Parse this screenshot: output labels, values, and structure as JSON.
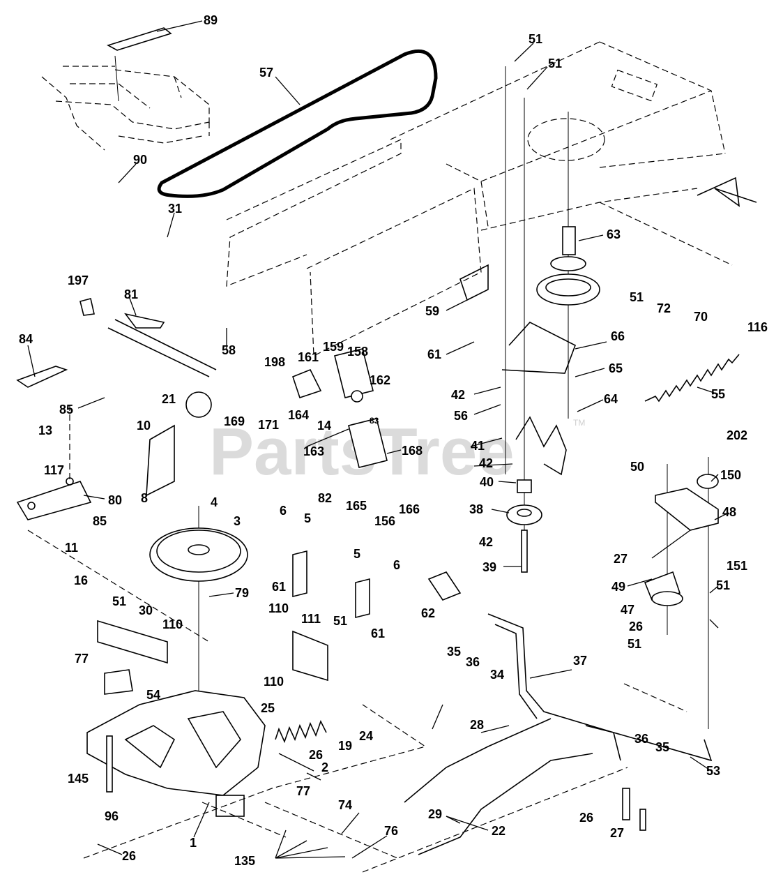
{
  "watermark": {
    "text": "PartsTree",
    "trademark": "TM"
  },
  "callouts": [
    {
      "id": "c89",
      "label": "89"
    },
    {
      "id": "c57",
      "label": "57"
    },
    {
      "id": "c90",
      "label": "90"
    },
    {
      "id": "c31",
      "label": "31"
    },
    {
      "id": "c51a",
      "label": "51"
    },
    {
      "id": "c51b",
      "label": "51"
    },
    {
      "id": "c63",
      "label": "63"
    },
    {
      "id": "c51c",
      "label": "51"
    },
    {
      "id": "c72",
      "label": "72"
    },
    {
      "id": "c70",
      "label": "70"
    },
    {
      "id": "c116",
      "label": "116"
    },
    {
      "id": "c197",
      "label": "197"
    },
    {
      "id": "c81",
      "label": "81"
    },
    {
      "id": "c58",
      "label": "58"
    },
    {
      "id": "c59",
      "label": "59"
    },
    {
      "id": "c61a",
      "label": "61"
    },
    {
      "id": "c66",
      "label": "66"
    },
    {
      "id": "c65",
      "label": "65"
    },
    {
      "id": "c84",
      "label": "84"
    },
    {
      "id": "c85a",
      "label": "85"
    },
    {
      "id": "c198",
      "label": "198"
    },
    {
      "id": "c161",
      "label": "161"
    },
    {
      "id": "c159",
      "label": "159"
    },
    {
      "id": "c158",
      "label": "158"
    },
    {
      "id": "c162",
      "label": "162"
    },
    {
      "id": "c42a",
      "label": "42"
    },
    {
      "id": "c56",
      "label": "56"
    },
    {
      "id": "c64",
      "label": "64"
    },
    {
      "id": "c55",
      "label": "55"
    },
    {
      "id": "c21",
      "label": "21"
    },
    {
      "id": "c169",
      "label": "169"
    },
    {
      "id": "c171",
      "label": "171"
    },
    {
      "id": "c164",
      "label": "164"
    },
    {
      "id": "c14",
      "label": "14"
    },
    {
      "id": "c83",
      "label": "83"
    },
    {
      "id": "c13",
      "label": "13"
    },
    {
      "id": "c10",
      "label": "10"
    },
    {
      "id": "c163",
      "label": "163"
    },
    {
      "id": "c41",
      "label": "41"
    },
    {
      "id": "c202",
      "label": "202"
    },
    {
      "id": "c168",
      "label": "168"
    },
    {
      "id": "c42b",
      "label": "42"
    },
    {
      "id": "c50",
      "label": "50"
    },
    {
      "id": "c150",
      "label": "150"
    },
    {
      "id": "c117",
      "label": "117"
    },
    {
      "id": "c80",
      "label": "80"
    },
    {
      "id": "c8",
      "label": "8"
    },
    {
      "id": "c82",
      "label": "82"
    },
    {
      "id": "c165",
      "label": "165"
    },
    {
      "id": "c156",
      "label": "156"
    },
    {
      "id": "c166",
      "label": "166"
    },
    {
      "id": "c40",
      "label": "40"
    },
    {
      "id": "c4",
      "label": "4"
    },
    {
      "id": "c38",
      "label": "38"
    },
    {
      "id": "c48",
      "label": "48"
    },
    {
      "id": "c85b",
      "label": "85"
    },
    {
      "id": "c3",
      "label": "3"
    },
    {
      "id": "c6a",
      "label": "6"
    },
    {
      "id": "c5a",
      "label": "5"
    },
    {
      "id": "c11",
      "label": "11"
    },
    {
      "id": "c42c",
      "label": "42"
    },
    {
      "id": "c27a",
      "label": "27"
    },
    {
      "id": "c39",
      "label": "39"
    },
    {
      "id": "c151",
      "label": "151"
    },
    {
      "id": "c61b",
      "label": "61"
    },
    {
      "id": "c5b",
      "label": "5"
    },
    {
      "id": "c6b",
      "label": "6"
    },
    {
      "id": "c16",
      "label": "16"
    },
    {
      "id": "c79",
      "label": "79"
    },
    {
      "id": "c49",
      "label": "49"
    },
    {
      "id": "c51d",
      "label": "51"
    },
    {
      "id": "c51e",
      "label": "51"
    },
    {
      "id": "c30",
      "label": "30"
    },
    {
      "id": "c110a",
      "label": "110"
    },
    {
      "id": "c110b",
      "label": "110"
    },
    {
      "id": "c111",
      "label": "111"
    },
    {
      "id": "c51f",
      "label": "51"
    },
    {
      "id": "c62",
      "label": "62"
    },
    {
      "id": "c47",
      "label": "47"
    },
    {
      "id": "c61c",
      "label": "61"
    },
    {
      "id": "c26a",
      "label": "26"
    },
    {
      "id": "c110c",
      "label": "110"
    },
    {
      "id": "c35a",
      "label": "35"
    },
    {
      "id": "c36a",
      "label": "36"
    },
    {
      "id": "c51g",
      "label": "51"
    },
    {
      "id": "c77a",
      "label": "77"
    },
    {
      "id": "c37",
      "label": "37"
    },
    {
      "id": "c34",
      "label": "34"
    },
    {
      "id": "c54",
      "label": "54"
    },
    {
      "id": "c28",
      "label": "28"
    },
    {
      "id": "c25",
      "label": "25"
    },
    {
      "id": "c24",
      "label": "24"
    },
    {
      "id": "c19",
      "label": "19"
    },
    {
      "id": "c26b",
      "label": "26"
    },
    {
      "id": "c36b",
      "label": "36"
    },
    {
      "id": "c35b",
      "label": "35"
    },
    {
      "id": "c53",
      "label": "53"
    },
    {
      "id": "c2",
      "label": "2"
    },
    {
      "id": "c145",
      "label": "145"
    },
    {
      "id": "c77b",
      "label": "77"
    },
    {
      "id": "c26c",
      "label": "26"
    },
    {
      "id": "c74",
      "label": "74"
    },
    {
      "id": "c29",
      "label": "29"
    },
    {
      "id": "c96",
      "label": "96"
    },
    {
      "id": "c27b",
      "label": "27"
    },
    {
      "id": "c22",
      "label": "22"
    },
    {
      "id": "c1",
      "label": "1"
    },
    {
      "id": "c76",
      "label": "76"
    },
    {
      "id": "c26d",
      "label": "26"
    },
    {
      "id": "c135",
      "label": "135"
    }
  ]
}
